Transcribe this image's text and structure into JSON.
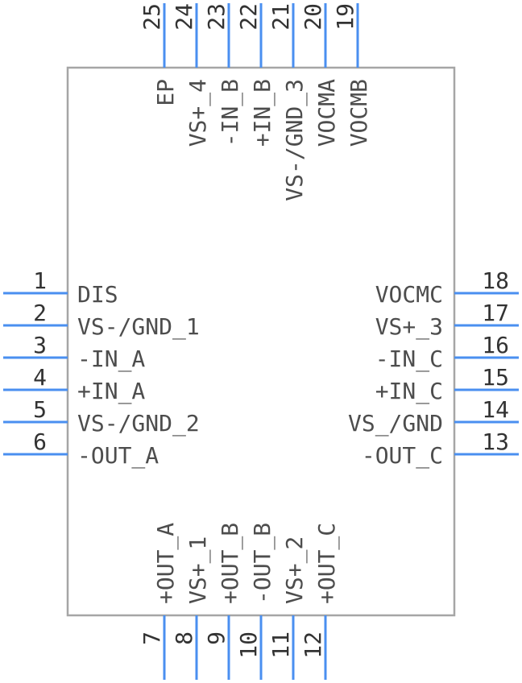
{
  "colors": {
    "pin": "#4a8ff0",
    "body_outline": "#a6a6a6",
    "text": "#4d4d4d"
  },
  "pins": {
    "left": [
      {
        "num": "1",
        "name": "DIS"
      },
      {
        "num": "2",
        "name": "VS-/GND_1"
      },
      {
        "num": "3",
        "name": "-IN_A"
      },
      {
        "num": "4",
        "name": "+IN_A"
      },
      {
        "num": "5",
        "name": "VS-/GND_2"
      },
      {
        "num": "6",
        "name": "-OUT_A"
      }
    ],
    "right": [
      {
        "num": "18",
        "name": "VOCMC"
      },
      {
        "num": "17",
        "name": "VS+_3"
      },
      {
        "num": "16",
        "name": "-IN_C"
      },
      {
        "num": "15",
        "name": "+IN_C"
      },
      {
        "num": "14",
        "name": "VS_/GND"
      },
      {
        "num": "13",
        "name": "-OUT_C"
      }
    ],
    "top": [
      {
        "num": "25",
        "name": "EP"
      },
      {
        "num": "24",
        "name": "VS+_4"
      },
      {
        "num": "23",
        "name": "-IN_B"
      },
      {
        "num": "22",
        "name": "+IN_B"
      },
      {
        "num": "21",
        "name": "VS-/GND_3"
      },
      {
        "num": "20",
        "name": "VOCMA"
      },
      {
        "num": "19",
        "name": "VOCMB"
      }
    ],
    "bottom": [
      {
        "num": "7",
        "name": "+OUT_A"
      },
      {
        "num": "8",
        "name": "VS+_1"
      },
      {
        "num": "9",
        "name": "+OUT_B"
      },
      {
        "num": "10",
        "name": "-OUT_B"
      },
      {
        "num": "11",
        "name": "VS+_2"
      },
      {
        "num": "12",
        "name": "+OUT_C"
      }
    ]
  }
}
